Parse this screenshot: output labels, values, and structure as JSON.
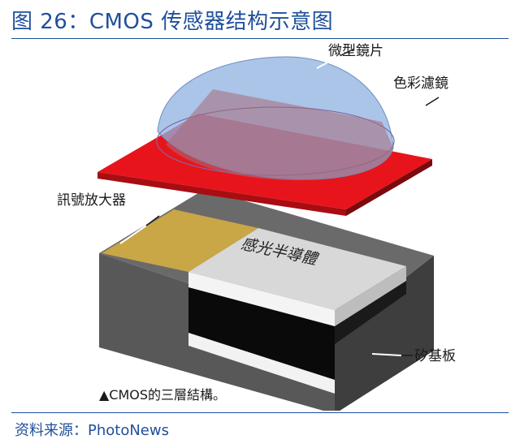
{
  "figure": {
    "title": "图 26：CMOS 传感器结构示意图",
    "source": "资料来源：PhotoNews"
  },
  "diagram": {
    "labels": {
      "micro_lens": "微型鏡片",
      "color_filter": "色彩濾鏡",
      "signal_amplifier": "訊號放大器",
      "photo_semiconductor": "感光半導體",
      "silicon_substrate": "矽基板"
    },
    "caption": "▲CMOS的三層結構。",
    "colors": {
      "filter_red": "#e8141c",
      "lens_blue": "#8fb2e0",
      "substrate_gray": "#5a5a5a",
      "amplifier_gold": "#c9a646",
      "chip_silver": "#d8d8d8"
    }
  }
}
